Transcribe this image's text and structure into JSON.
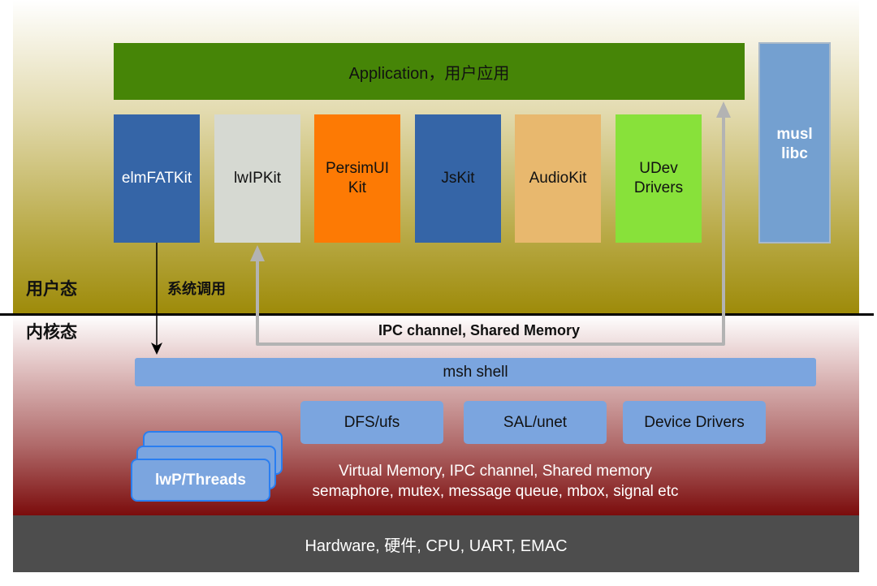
{
  "user_space": {
    "label": "用户态",
    "application": "Application，用户应用",
    "kits": [
      {
        "label": "elmFATKit",
        "color": "#3565a7",
        "text_color": "#ffffff"
      },
      {
        "label": "lwIPKit",
        "color": "#d6d9d2",
        "text_color": "#111111"
      },
      {
        "label": "PersimUI Kit",
        "color": "#fd7a04",
        "text_color": "#111111"
      },
      {
        "label": "JsKit",
        "color": "#3565a7",
        "text_color": "#111111"
      },
      {
        "label": "AudioKit",
        "color": "#e8b86e",
        "text_color": "#111111"
      },
      {
        "label": "UDev Drivers",
        "color": "#88e13a",
        "text_color": "#111111"
      }
    ],
    "libc": "musl libc",
    "syscall_label": "系统调用"
  },
  "kernel_space": {
    "label": "内核态",
    "ipc_label": "IPC channel, Shared Memory",
    "shell": "msh shell",
    "services": [
      "DFS/ufs",
      "SAL/unet",
      "Device Drivers"
    ],
    "threads": "lwP/Threads",
    "features_line1": "Virtual Memory, IPC channel, Shared memory",
    "features_line2": "semaphore, mutex, message queue, mbox, signal etc"
  },
  "hardware": {
    "label": "Hardware, 硬件, CPU, UART, EMAC"
  },
  "colors": {
    "application": "#468507",
    "libc": "#74a0d0",
    "kernel_box": "#7ba5df",
    "hardware": "#4d4d4d",
    "ipc_arrow": "#b3b3b3"
  }
}
